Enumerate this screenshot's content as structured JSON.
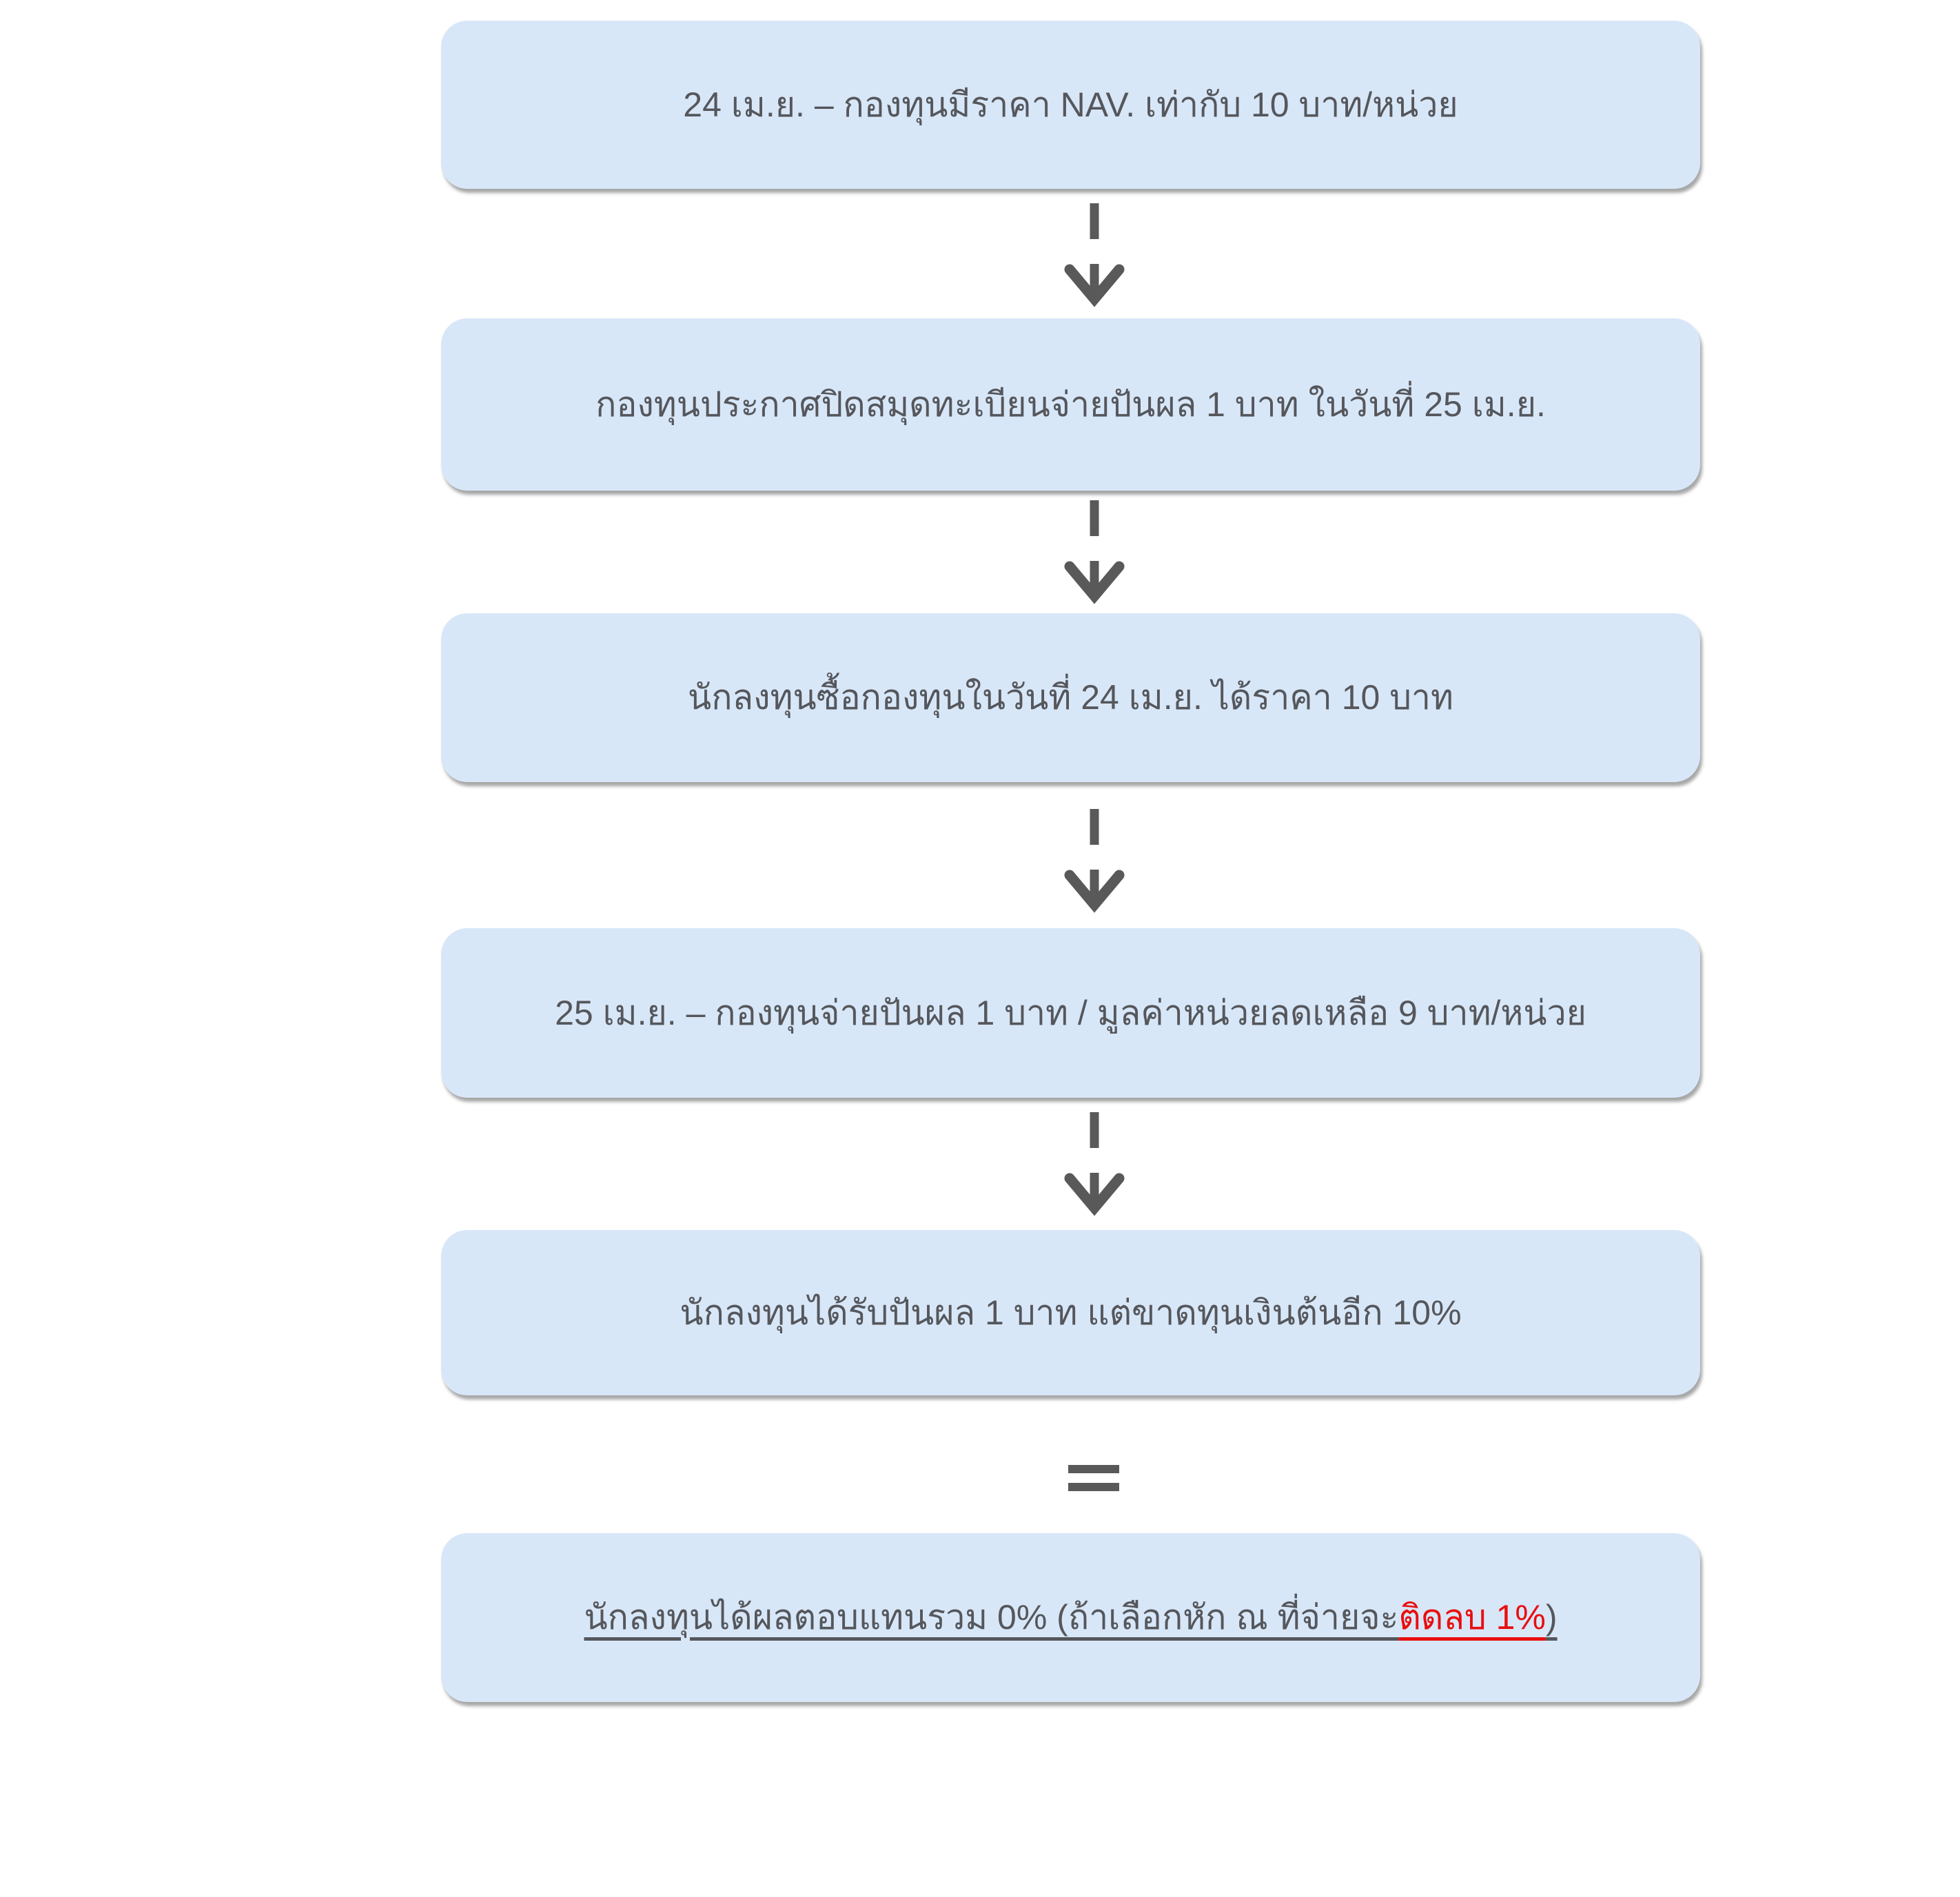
{
  "diagram": {
    "type": "vertical-flowchart",
    "boxes": [
      {
        "text": "24 เม.ย. – กองทุนมีราคา NAV. เท่ากับ 10 บาท/หน่วย"
      },
      {
        "text": "กองทุนประกาศปิดสมุดทะเบียนจ่ายปันผล 1 บาท ในวันที่ 25 เม.ย."
      },
      {
        "text": "นักลงทุนซื้อกองทุนในวันที่ 24 เม.ย. ได้ราคา 10 บาท"
      },
      {
        "text": "25 เม.ย. – กองทุนจ่ายปันผล 1 บาท / มูลค่าหน่วยลดเหลือ 9 บาท/หน่วย"
      },
      {
        "text": "นักลงทุนได้รับปันผล 1 บาท แต่ขาดทุนเงินต้นอีก 10%"
      },
      {
        "prefix": "นักลงทุนได้ผลตอบแทนรวม 0% (ถ้าเลือกหัก ณ ที่จ่ายจะ",
        "highlight": "ติดลบ 1%",
        "suffix": ")"
      }
    ],
    "connectors": [
      {
        "type": "dashed-down-arrow"
      },
      {
        "type": "dashed-down-arrow"
      },
      {
        "type": "dashed-down-arrow"
      },
      {
        "type": "dashed-down-arrow"
      },
      {
        "type": "equals"
      }
    ],
    "colors": {
      "box_fill": "#d8e7f8",
      "connector": "#595959",
      "text": "#55575c",
      "highlight_text": "#e80f0f",
      "background": "#ffffff"
    }
  }
}
